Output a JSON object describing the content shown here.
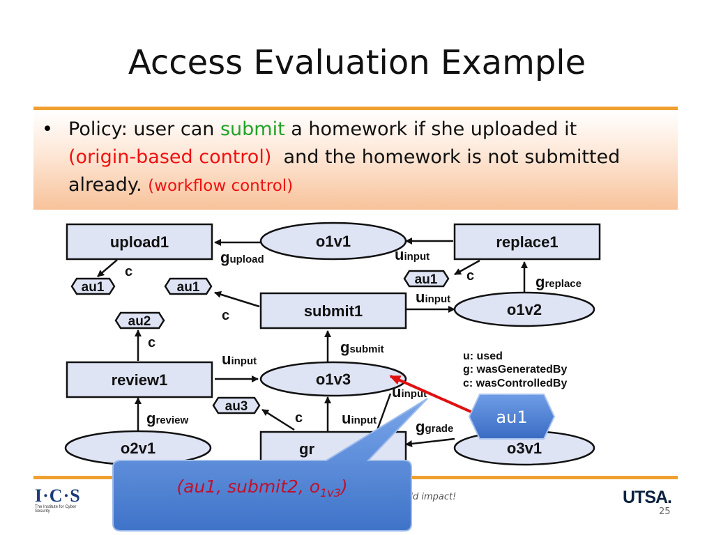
{
  "slide": {
    "title": "Access Evaluation Example",
    "bullet": "•",
    "policy": {
      "part1": "Policy: user can ",
      "highlight_green": "submit",
      "part2": " a homework if she uploaded it",
      "highlight_red1": "(origin-based control)",
      "part3": "and the homework is not submitted already.",
      "highlight_red2": "(workflow control)"
    },
    "tagline": "rld impact!",
    "slide_number": "25",
    "ics_logo": "I·C·S",
    "ics_logo_sub": "The Institute for Cyber Security",
    "utsa_logo": "UTSA."
  },
  "diagram": {
    "nodes": {
      "upload1": "upload1",
      "replace1": "replace1",
      "submit1": "submit1",
      "review1": "review1",
      "grade_partial": "gr",
      "o1v1": "o1v1",
      "o1v2": "o1v2",
      "o1v3": "o1v3",
      "o2v1": "o2v1",
      "o3v1": "o3v1",
      "au1_a": "au1",
      "au1_b": "au1",
      "au1_c": "au1",
      "au2": "au2",
      "au3": "au3"
    },
    "edge_labels": {
      "g": "g",
      "u": "u",
      "c": "c",
      "upload": "upload",
      "input": "input",
      "replace": "replace",
      "submit": "submit",
      "review": "review",
      "grade": "grade"
    },
    "legend": [
      "u: used",
      "g: wasGeneratedBy",
      "c: wasControlledBy"
    ]
  },
  "callouts": {
    "au1_badge": "au1",
    "tuple_prefix": "(au1, submit2, o",
    "tuple_subscript": "1v3",
    "tuple_suffix": ")"
  },
  "colors": {
    "accent": "#f0a030",
    "green": "#22a22a",
    "red": "#ee1111",
    "callout_blue": "#4a7fd0",
    "tuple_red": "#c0102a",
    "diagram_fill": "#dfe4f5"
  }
}
